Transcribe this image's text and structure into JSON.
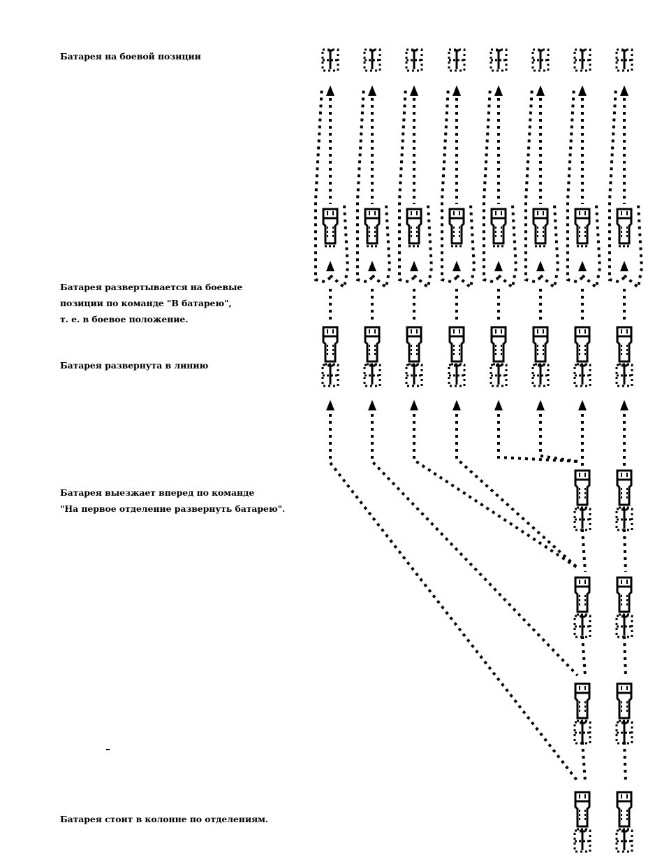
{
  "captions": {
    "combat_position": "Батарея на боевой позиции",
    "deploying": "Батарея развертывается на боевые\nпозиции по команде \"В батарею\",\nт. е. в боевое положение.",
    "deployed_in_line": "Батарея развернута в линию",
    "moving_forward": "Батарея выезжает вперед по команде\n\"На первое отделение развернуть батарею\".",
    "in_column": "Батарея стоит в колонне по отделениям."
  },
  "diagram": {
    "guns_in_battery": 8,
    "ink_color": "#000000"
  }
}
